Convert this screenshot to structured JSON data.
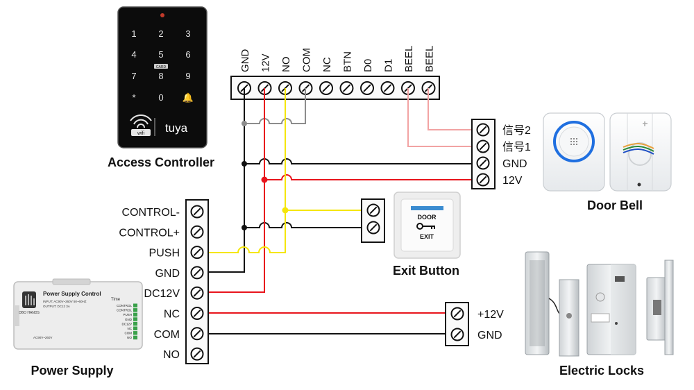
{
  "access_controller": {
    "title": "Access Controller",
    "keys": [
      "1",
      "2",
      "3",
      "4",
      "5",
      "6",
      "7",
      "8",
      "9",
      "*",
      "0",
      "🔔"
    ],
    "card_badge": "CARD",
    "wifi_label": "wifi",
    "brand": "tuya",
    "terminals": [
      "GND",
      "12V",
      "NO",
      "COM",
      "NC",
      "BTN",
      "D0",
      "D1",
      "BEEL",
      "BEEL"
    ]
  },
  "door_bell": {
    "title": "Door Bell",
    "terminals": [
      "信号2",
      "信号1",
      "GND",
      "12V"
    ]
  },
  "exit_button": {
    "title": "Exit Button",
    "text_top": "DOOR",
    "text_bottom": "EXIT"
  },
  "power_supply": {
    "title": "Power Supply",
    "terminals": [
      "CONTROL-",
      "CONTROL+",
      "PUSH",
      "GND",
      "DC12V",
      "NC",
      "COM",
      "NO"
    ],
    "device_label": "Power Supply Control",
    "device_input": "INPUT: AC90V~260V 50~60HZ",
    "device_output": "OUTPUT: DC12 3A",
    "device_brand": "DBO HANDS",
    "device_ac": "AC90V~260V",
    "device_time": "Time",
    "device_terms": [
      "CONTROL",
      "CONTROL",
      "PUSH",
      "GND",
      "DC12V",
      "NC",
      "COM",
      "NO"
    ]
  },
  "electric_locks": {
    "title": "Electric Locks",
    "terminals": [
      "+12V",
      "GND"
    ]
  },
  "colors": {
    "black": "#111111",
    "red": "#e8141c",
    "yellow": "#f5e60a",
    "gray": "#8c8c8c",
    "pink": "#f2a3a3"
  }
}
